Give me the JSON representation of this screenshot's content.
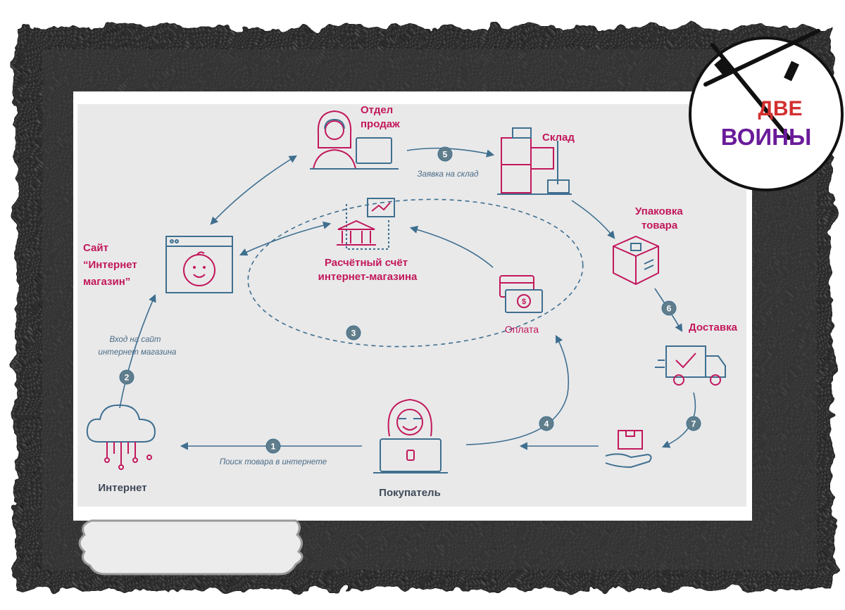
{
  "colors": {
    "frame": "#2b2b2b",
    "panel": "#e9e9ea",
    "magenta": "#c2185b",
    "teal": "#3f6f8f",
    "badge": "#607d8b",
    "logo_red": "#d32f2f",
    "logo_purple": "#6a1b9a"
  },
  "logo": {
    "line1": "ДВЕ",
    "line2": "ВОИНЫ"
  },
  "nodes": {
    "sales": {
      "line1": "Отдел",
      "line2": "продаж",
      "icon": "operator-headset-icon"
    },
    "warehouse": {
      "label": "Склад",
      "icon": "warehouse-boxes-icon"
    },
    "packing": {
      "line1": "Упаковка",
      "line2": "товара",
      "icon": "package-box-icon"
    },
    "delivery": {
      "label": "Доставка",
      "icon": "delivery-truck-icon"
    },
    "handover": {
      "icon": "hand-package-icon"
    },
    "buyer": {
      "label": "Покупатель",
      "icon": "buyer-laptop-icon"
    },
    "internet": {
      "label": "Интернет",
      "icon": "cloud-network-icon"
    },
    "site": {
      "line1": "Сайт",
      "line2": "“Интернет",
      "line3": "магазин”",
      "icon": "browser-baby-icon"
    },
    "account": {
      "line1": "Расчётный счёт",
      "line2": "интернет-магазина",
      "icon": "bank-monitor-icon"
    },
    "payment": {
      "label": "Оплата",
      "icon": "card-cash-icon"
    }
  },
  "steps": {
    "s1": {
      "num": "1",
      "caption": "Поиск товара в интернете"
    },
    "s2": {
      "num": "2",
      "caption_line1": "Вход на сайт",
      "caption_line2": "интернет магазина"
    },
    "s3": {
      "num": "3"
    },
    "s4": {
      "num": "4"
    },
    "s5": {
      "num": "5",
      "caption": "Заявка на склад"
    },
    "s6": {
      "num": "6"
    },
    "s7": {
      "num": "7"
    }
  }
}
